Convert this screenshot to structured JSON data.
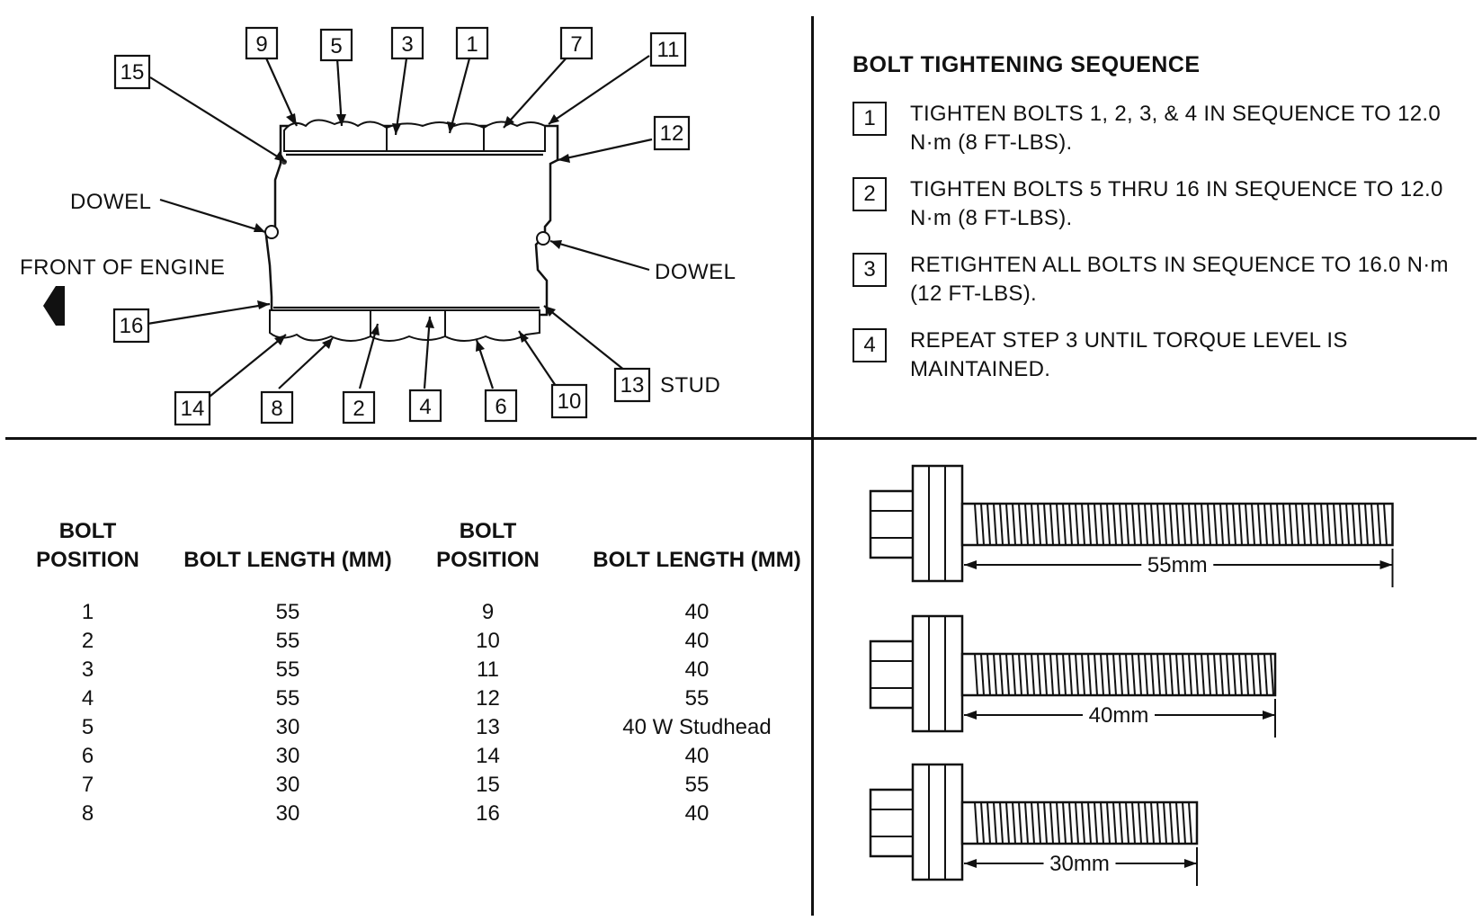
{
  "diagram": {
    "callouts": [
      "9",
      "5",
      "3",
      "1",
      "7",
      "11",
      "15",
      "12",
      "16",
      "13",
      "14",
      "8",
      "2",
      "4",
      "6",
      "10"
    ],
    "labels": {
      "dowel_left": "DOWEL",
      "dowel_right": "DOWEL",
      "front_of_engine": "FRONT OF ENGINE",
      "stud": "STUD"
    }
  },
  "sequence": {
    "title": "BOLT TIGHTENING SEQUENCE",
    "steps": [
      {
        "num": "1",
        "text": "TIGHTEN BOLTS 1, 2, 3, & 4 IN SEQUENCE TO 12.0 N·m (8 FT-LBS)."
      },
      {
        "num": "2",
        "text": "TIGHTEN BOLTS 5 THRU 16 IN SEQUENCE TO 12.0 N·m (8 FT-LBS)."
      },
      {
        "num": "3",
        "text": "RETIGHTEN ALL BOLTS IN SEQUENCE TO 16.0 N·m (12 FT-LBS)."
      },
      {
        "num": "4",
        "text": "REPEAT STEP 3 UNTIL TORQUE LEVEL IS MAINTAINED."
      }
    ]
  },
  "table": {
    "headers": [
      "BOLT POSITION",
      "BOLT LENGTH (MM)",
      "BOLT POSITION",
      "BOLT LENGTH (MM)"
    ],
    "rows": [
      [
        "1",
        "55",
        "9",
        "40"
      ],
      [
        "2",
        "55",
        "10",
        "40"
      ],
      [
        "3",
        "55",
        "11",
        "40"
      ],
      [
        "4",
        "55",
        "12",
        "55"
      ],
      [
        "5",
        "30",
        "13",
        "40 W Studhead"
      ],
      [
        "6",
        "30",
        "14",
        "40"
      ],
      [
        "7",
        "30",
        "15",
        "55"
      ],
      [
        "8",
        "30",
        "16",
        "40"
      ]
    ]
  },
  "bolts": [
    {
      "label": "55mm",
      "length_mm": 55
    },
    {
      "label": "40mm",
      "length_mm": 40
    },
    {
      "label": "30mm",
      "length_mm": 30
    }
  ]
}
